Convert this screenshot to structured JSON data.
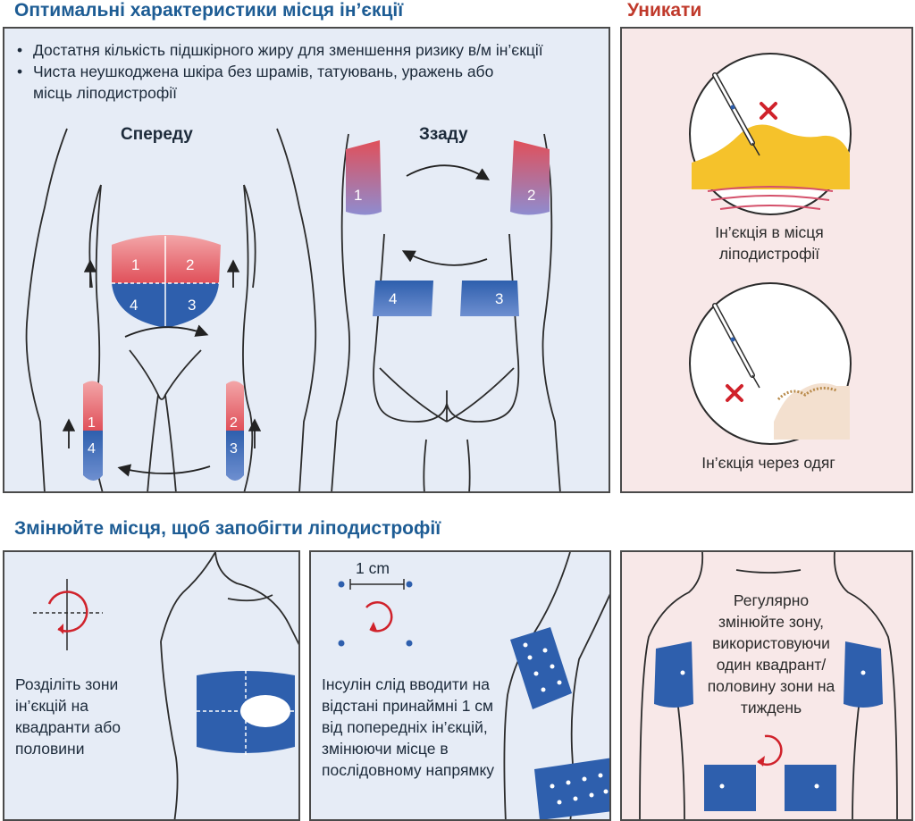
{
  "top": {
    "title": "Оптимальні характеристики місця ін’єкції",
    "bullets": [
      "Достатня кількість підшкірного жиру для зменшення ризику в/м ін’єкції",
      "Чиста неушкоджена шкіра без шрамів, татуювань, уражень або місць ліподистрофії"
    ],
    "front_label": "Спереду",
    "back_label": "Ззаду",
    "front_abdomen_numbers": [
      "1",
      "2",
      "4",
      "3"
    ],
    "front_thigh_left_numbers": [
      "1",
      "4"
    ],
    "front_thigh_right_numbers": [
      "2",
      "3"
    ],
    "back_arm_numbers": [
      "1",
      "2"
    ],
    "back_buttock_numbers": [
      "4",
      "3"
    ]
  },
  "avoid": {
    "title": "Уникати",
    "caption1": "Ін’єкція в місця ліподистрофії",
    "caption2": "Ін’єкція через одяг"
  },
  "rotate": {
    "title": "Змінюйте місця, щоб запобігти ліподистрофії",
    "panel1_text": "Розділіть зони ін’єкцій на квадранти або половини",
    "panel2_scale": "1 cm",
    "panel2_text": "Інсулін слід вводити на відстані принаймні 1 см від попередніх ін’єкцій, змінюючи місце в послідовному напрямку",
    "panel3_text": "Регулярно змінюйте зону, використовуючи один квадрант/ половину зони на тиждень"
  },
  "colors": {
    "red_zone": "#e0505a",
    "blue_zone": "#2e5fad",
    "panel_blue": "#e6ecf6",
    "panel_pink": "#f8e8e8",
    "title_blue": "#1d5c94",
    "title_red": "#c0392b"
  }
}
